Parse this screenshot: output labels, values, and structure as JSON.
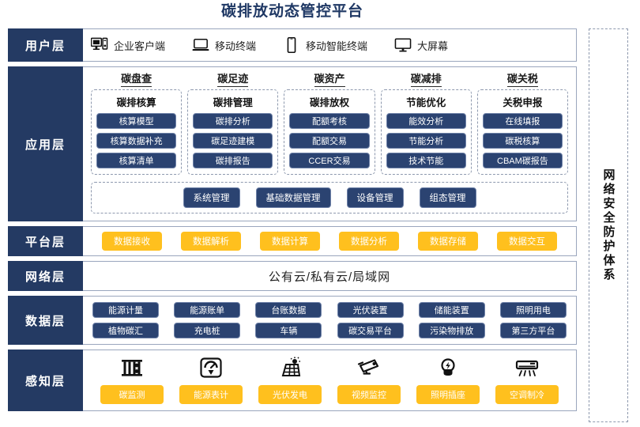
{
  "title": "碳排放动态管控平台",
  "colors": {
    "navy": "#243A63",
    "pill_blue": "#2B4371",
    "yellow": "#FFC01E",
    "title_blue": "#1F3864",
    "border_grey": "#9aa6bd"
  },
  "security_band": {
    "label": "网络安全防护体系"
  },
  "layers": {
    "user": {
      "label": "用户层",
      "items": [
        {
          "icon": "desktop-tower-icon",
          "label": "企业客户端"
        },
        {
          "icon": "laptop-icon",
          "label": "移动终端"
        },
        {
          "icon": "smartphone-icon",
          "label": "移动智能终端"
        },
        {
          "icon": "large-screen-icon",
          "label": "大屏幕"
        }
      ]
    },
    "application": {
      "label": "应用层",
      "groups": [
        {
          "title": "碳盘查",
          "subtitle": "碳排核算",
          "items": [
            "核算模型",
            "核算数据补充",
            "核算清单"
          ]
        },
        {
          "title": "碳足迹",
          "subtitle": "碳排管理",
          "items": [
            "碳排分析",
            "碳足迹建模",
            "碳排报告"
          ]
        },
        {
          "title": "碳资产",
          "subtitle": "碳排放权",
          "items": [
            "配额考核",
            "配额交易",
            "CCER交易"
          ]
        },
        {
          "title": "碳减排",
          "subtitle": "节能优化",
          "items": [
            "能效分析",
            "节能分析",
            "技术节能"
          ]
        },
        {
          "title": "碳关税",
          "subtitle": "关税申报",
          "items": [
            "在线填报",
            "碳税核算",
            "CBAM碳报告"
          ]
        }
      ],
      "management": [
        "系统管理",
        "基础数据管理",
        "设备管理",
        "组态管理"
      ]
    },
    "platform": {
      "label": "平台层",
      "items": [
        "数据接收",
        "数据解析",
        "数据计算",
        "数据分析",
        "数据存储",
        "数据交互"
      ]
    },
    "network": {
      "label": "网络层",
      "text": "公有云/私有云/局域网"
    },
    "data": {
      "label": "数据层",
      "row1": [
        "能源计量",
        "能源账单",
        "台账数据",
        "光伏装置",
        "储能装置",
        "照明用电"
      ],
      "row2": [
        "植物碳汇",
        "充电桩",
        "车辆",
        "碳交易平台",
        "污染物排放",
        "第三方平台"
      ]
    },
    "perception": {
      "label": "感知层",
      "items": [
        {
          "icon": "carbon-monitor-icon",
          "label": "碳监测"
        },
        {
          "icon": "energy-meter-icon",
          "label": "能源表计"
        },
        {
          "icon": "solar-panel-icon",
          "label": "光伏发电"
        },
        {
          "icon": "cctv-camera-icon",
          "label": "视频监控"
        },
        {
          "icon": "light-bulb-icon",
          "label": "照明插座"
        },
        {
          "icon": "air-conditioner-icon",
          "label": "空调制冷"
        }
      ]
    }
  }
}
